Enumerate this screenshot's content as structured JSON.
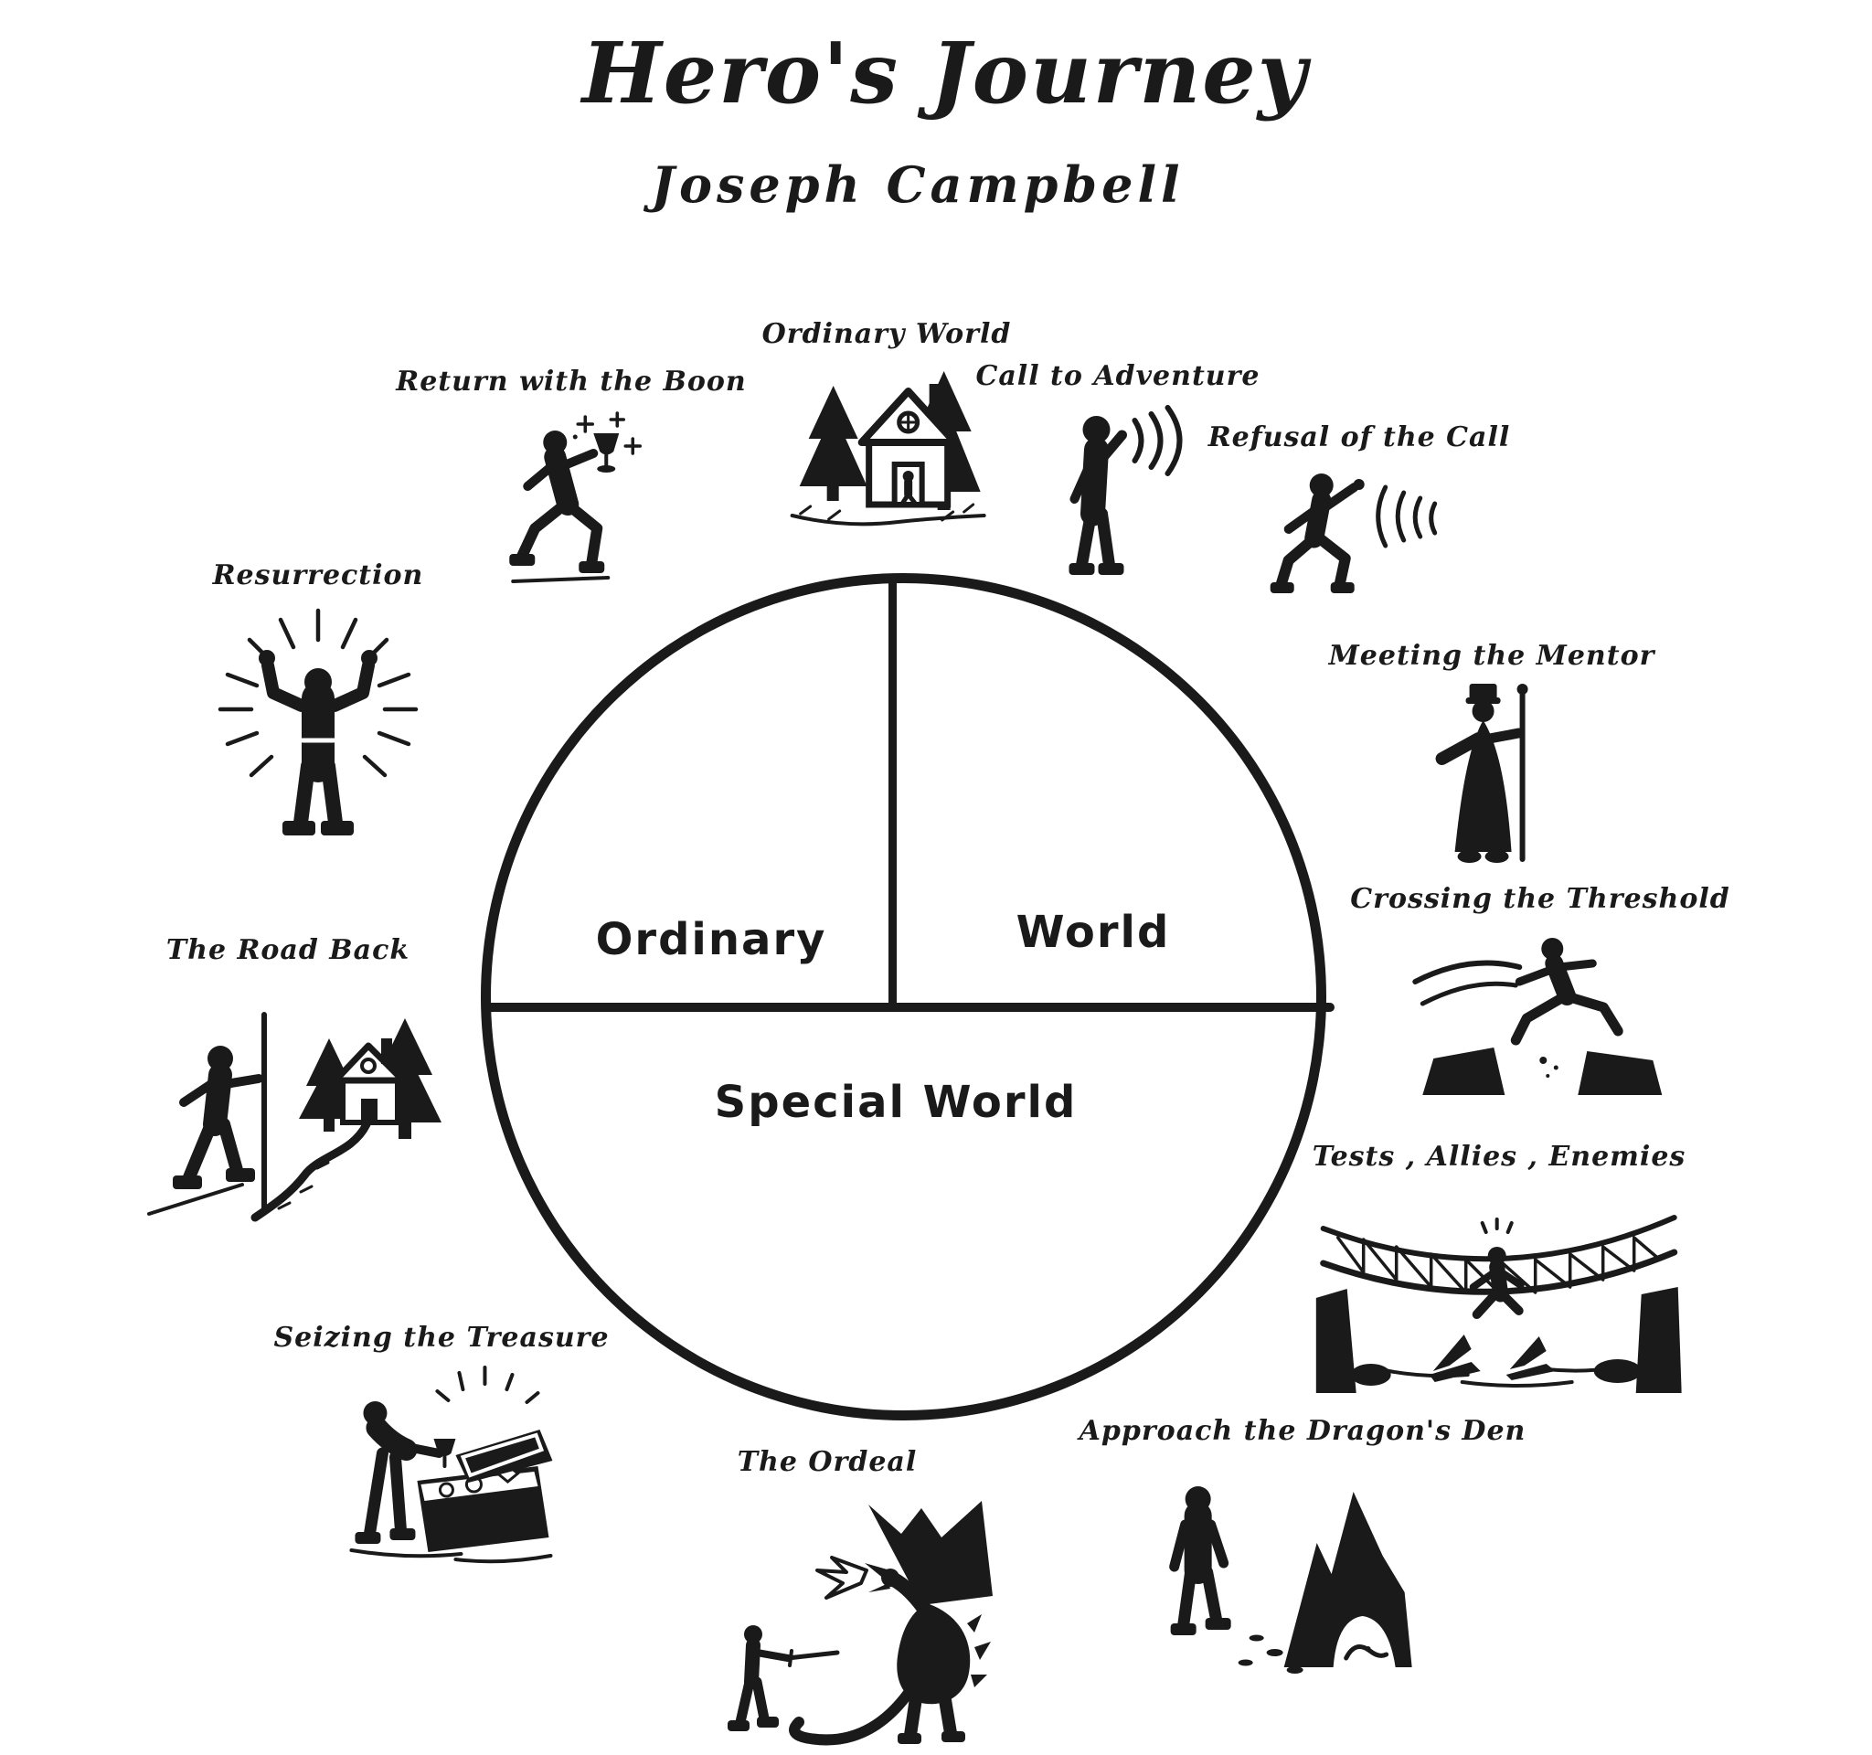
{
  "title": "Hero's Journey",
  "subtitle": "Joseph Campbell",
  "colors": {
    "ink": "#1a1a1a",
    "background": "#ffffff"
  },
  "circle": {
    "top_left_label": "Ordinary",
    "top_right_label": "World",
    "bottom_label": "Special World"
  },
  "stages": [
    {
      "id": "ordinary-world",
      "label": "Ordinary World",
      "icon": "house-in-woods"
    },
    {
      "id": "call-to-adventure",
      "label": "Call to Adventure",
      "icon": "person-calling-sound-waves"
    },
    {
      "id": "refusal-of-the-call",
      "label": "Refusal of the Call",
      "icon": "person-turning-away-sound-waves"
    },
    {
      "id": "meeting-the-mentor",
      "label": "Meeting the Mentor",
      "icon": "robed-mentor-with-staff"
    },
    {
      "id": "crossing-the-threshold",
      "label": "Crossing the Threshold",
      "icon": "figure-leaping-chasm"
    },
    {
      "id": "tests-allies-enemies",
      "label": "Tests , Allies , Enemies",
      "icon": "rope-bridge-over-crocodiles"
    },
    {
      "id": "approach-the-dragons-den",
      "label": "Approach the Dragon's Den",
      "icon": "figure-approaching-cave"
    },
    {
      "id": "the-ordeal",
      "label": "The Ordeal",
      "icon": "knight-fighting-dragon"
    },
    {
      "id": "seizing-the-treasure",
      "label": "Seizing the Treasure",
      "icon": "open-treasure-chest"
    },
    {
      "id": "the-road-back",
      "label": "The Road Back",
      "icon": "figure-walking-home-path"
    },
    {
      "id": "resurrection",
      "label": "Resurrection",
      "icon": "hero-flexing-radiant"
    },
    {
      "id": "return-with-the-boon",
      "label": "Return with the Boon",
      "icon": "runner-carrying-goblet"
    }
  ]
}
